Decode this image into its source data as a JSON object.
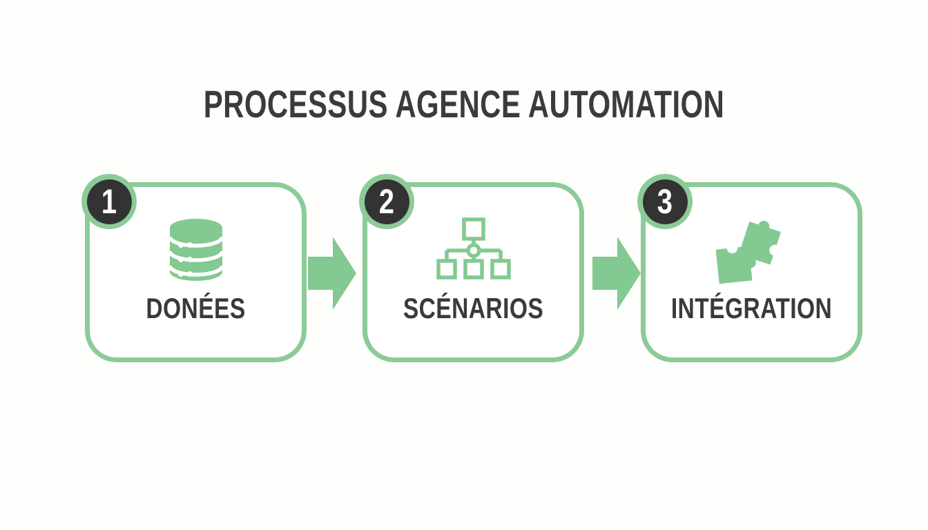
{
  "title": "PROCESSUS AGENCE AUTOMATION",
  "colors": {
    "accent_green": "#83c992",
    "border_green": "#8ccb97",
    "badge_dark": "#333333",
    "text_dark": "#3a3a3a",
    "background": "#fefefd",
    "badge_number": "#ffffff"
  },
  "steps": [
    {
      "number": "1",
      "label": "DONÉES",
      "icon": "database-icon"
    },
    {
      "number": "2",
      "label": "SCÉNARIOS",
      "icon": "hierarchy-icon"
    },
    {
      "number": "3",
      "label": "INTÉGRATION",
      "icon": "puzzle-icon"
    }
  ],
  "arrows": [
    {
      "direction": "right",
      "from": "DONÉES",
      "to": "SCÉNARIOS"
    },
    {
      "direction": "right",
      "from": "SCÉNARIOS",
      "to": "INTÉGRATION"
    }
  ]
}
